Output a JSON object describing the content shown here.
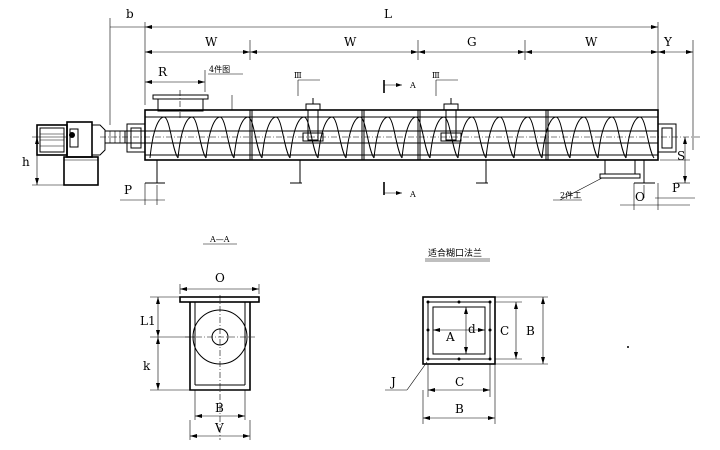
{
  "top_dims": {
    "b": "b",
    "L": "L",
    "W1": "W",
    "W2": "W",
    "G": "G",
    "W3": "W",
    "Y": "Y",
    "R": "R"
  },
  "side_dims": {
    "h": "h",
    "P_left": "P",
    "S": "S",
    "P_right": "P",
    "O": "O"
  },
  "callouts": {
    "inlet": "4件图",
    "outlet": "2件工",
    "hanger1": "Ⅲ",
    "hanger2": "Ⅲ",
    "section_A_top": "A",
    "section_A_bottom": "A"
  },
  "section_view": {
    "title": "A—A",
    "O": "O",
    "L1": "L1",
    "k": "k",
    "B": "B",
    "V": "V"
  },
  "flange_view": {
    "title": "适合糊口法兰",
    "A": "A",
    "d": "d",
    "C_right": "C",
    "B_right": "B",
    "J": "J",
    "C_bottom": "C",
    "B_bottom": "B"
  }
}
